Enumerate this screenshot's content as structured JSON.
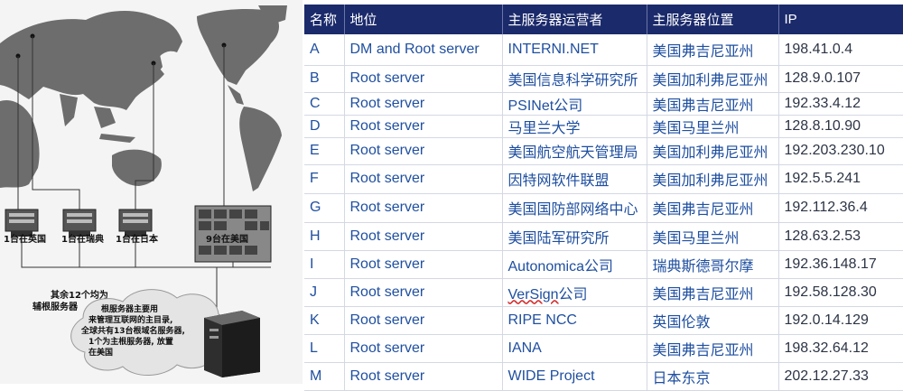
{
  "diagram": {
    "hosts": [
      "1台在英国",
      "1台在瑞典",
      "1台在日本",
      "9台在美国"
    ],
    "aux_note": "其余12个均为\n辅根服务器",
    "cloud_note": "根服务器主要用\n来管理互联网的主目录,\n全球共有13台根域名服务器,\n1个为主根服务器, 放置\n在美国"
  },
  "table": {
    "headers": [
      "名称",
      "地位",
      "主服务器运营者",
      "主服务器位置",
      "IP"
    ],
    "rows": [
      [
        "A",
        "DM and Root server",
        "INTERNI.NET",
        "美国弗吉尼亚州",
        "198.41.0.4"
      ],
      [
        "B",
        "Root server",
        "美国信息科学研究所",
        "美国加利弗尼亚州",
        "128.9.0.107"
      ],
      [
        "C",
        "Root server",
        "PSINet公司",
        "美国弗吉尼亚州",
        "192.33.4.12"
      ],
      [
        "D",
        "Root server",
        "马里兰大学",
        "美国马里兰州",
        "128.8.10.90"
      ],
      [
        "E",
        "Root server",
        "美国航空航天管理局",
        "美国加利弗尼亚州",
        "192.203.230.10"
      ],
      [
        "F",
        "Root server",
        "因特网软件联盟",
        "美国加利弗尼亚州",
        "192.5.5.241"
      ],
      [
        "G",
        "Root server",
        "美国国防部网络中心",
        "美国弗吉尼亚州",
        "192.112.36.4"
      ],
      [
        "H",
        "Root server",
        "美国陆军研究所",
        "美国马里兰州",
        "128.63.2.53"
      ],
      [
        "I",
        "Root server",
        "Autonomica公司",
        "瑞典斯德哥尔摩",
        "192.36.148.17"
      ],
      [
        "J",
        "Root server",
        "VerSign公司",
        "美国弗吉尼亚州",
        "192.58.128.30"
      ],
      [
        "K",
        "Root server",
        "RIPE NCC",
        "英国伦敦",
        "192.0.14.129"
      ],
      [
        "L",
        "Root server",
        "IANA",
        "美国弗吉尼亚州",
        "198.32.64.12"
      ],
      [
        "M",
        "Root server",
        "WIDE Project",
        "日本东京",
        "202.12.27.33"
      ]
    ]
  }
}
